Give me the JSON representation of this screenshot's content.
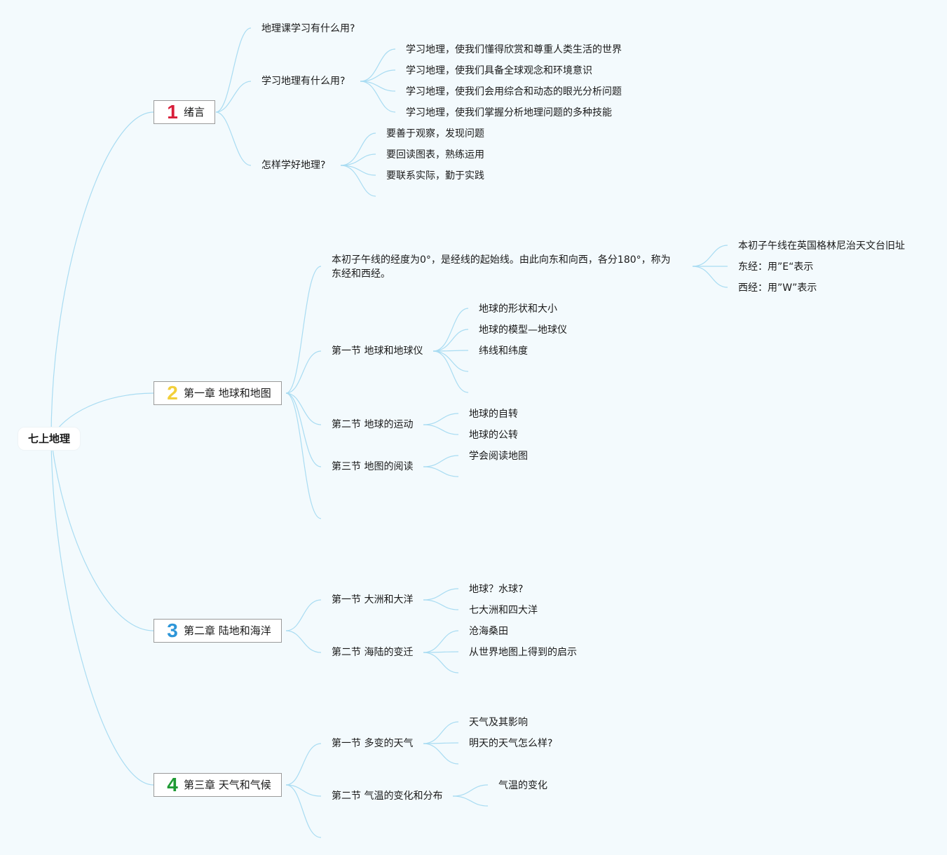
{
  "root": "七上地理",
  "colors": {
    "link": "#a9dcf2",
    "num1": "#d81e3a",
    "num2": "#f2cf3a",
    "num3": "#2e96d8",
    "num4": "#1f9a34"
  },
  "chapters": [
    {
      "num": "1",
      "label": "绪言",
      "topics": [
        {
          "label": "地理课学习有什么用?",
          "children": []
        },
        {
          "label": "学习地理有什么用?",
          "children": [
            "学习地理，使我们懂得欣赏和尊重人类生活的世界",
            "学习地理，使我们具备全球观念和环境意识",
            "学习地理，使我们会用综合和动态的眼光分析问题",
            "学习地理，使我们掌握分析地理问题的多种技能"
          ]
        },
        {
          "label": "怎样学好地理?",
          "children": [
            "要善于观察，发现问题",
            "要回读图表，熟练运用",
            "要联系实际，勤于实践"
          ]
        }
      ]
    },
    {
      "num": "2",
      "label": "第一章 地球和地图",
      "topics": [
        {
          "label": "本初子午线的经度为0°，是经线的起始线。由此向东和向西，各分180°，称为东经和西经。",
          "children": [
            "本初子午线在英国格林尼治天文台旧址",
            "东经：用”E“表示",
            "西经：用”W”表示"
          ]
        },
        {
          "label": "第一节 地球和地球仪",
          "children": [
            "地球的形状和大小",
            "地球的模型—地球仪",
            "纬线和纬度"
          ]
        },
        {
          "label": "第二节 地球的运动",
          "children": [
            "地球的自转",
            "地球的公转"
          ]
        },
        {
          "label": "第三节 地图的阅读",
          "children": [
            "学会阅读地图"
          ]
        }
      ]
    },
    {
      "num": "3",
      "label": "第二章 陆地和海洋",
      "topics": [
        {
          "label": "第一节 大洲和大洋",
          "children": [
            "地球？水球?",
            "七大洲和四大洋"
          ]
        },
        {
          "label": "第二节 海陆的变迁",
          "children": [
            "沧海桑田",
            "从世界地图上得到的启示"
          ]
        }
      ]
    },
    {
      "num": "4",
      "label": "第三章 天气和气候",
      "topics": [
        {
          "label": "第一节 多变的天气",
          "children": [
            "天气及其影响",
            "明天的天气怎么样?"
          ]
        },
        {
          "label": "第二节 气温的变化和分布",
          "children": [
            "气温的变化"
          ]
        }
      ]
    }
  ]
}
